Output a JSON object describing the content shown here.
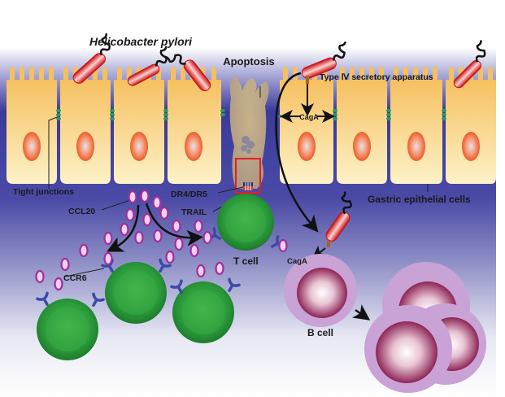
{
  "title": "Helicobacter pylori",
  "labels": {
    "helicobacter": "Helicobacter pylori",
    "apoptosis": "Apoptosis",
    "type4": "Type Ⅳ secretory apparatus",
    "cagA_epithelial": "CagA",
    "tight_junctions": "Tight junctions",
    "gastric": "Gastric epithelial cells",
    "dr4dr5": "DR4/DR5",
    "trail": "TRAIL",
    "ccl20": "CCL20",
    "ccr6": "CCR6",
    "t_cell": "T cell",
    "cagA_b": "CagA",
    "b_cell": "B cell"
  },
  "colors": {
    "bacterium": "#e02020",
    "epithelial": "#f7c96a",
    "nucleus": "#f06a3a",
    "t_cell": "#2a9a3a",
    "b_cell": "#c9a2d6",
    "b_nucleus": "#9a2e5e",
    "background_band": "#3a3a9a",
    "highlight_box": "#e02020"
  }
}
